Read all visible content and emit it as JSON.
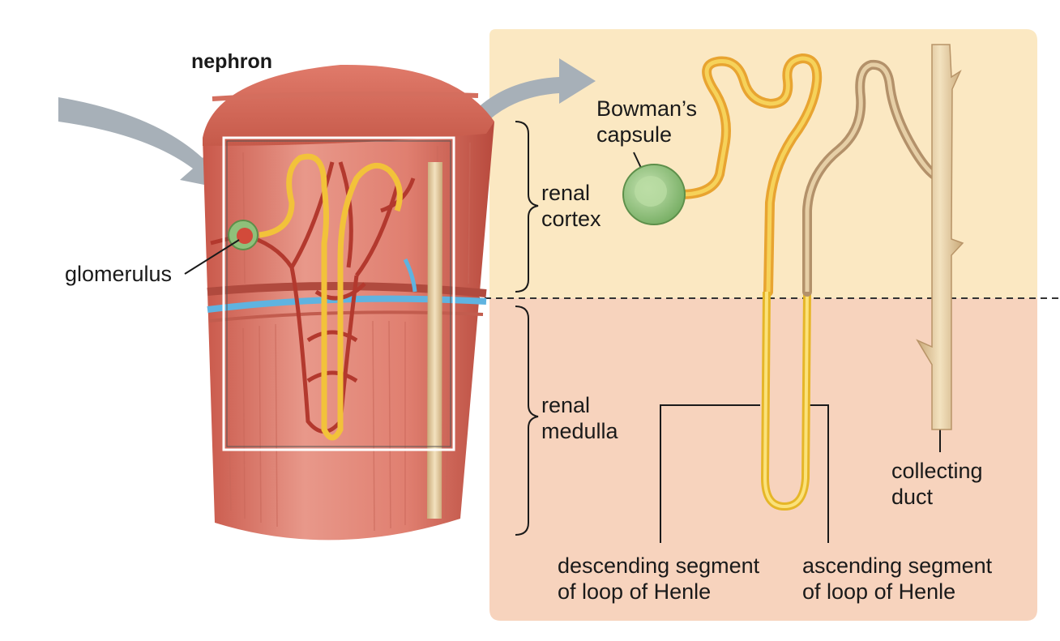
{
  "title": "nephron",
  "labels": {
    "glomerulus": "glomerulus",
    "bowmans_capsule": [
      "Bowman’s",
      "capsule"
    ],
    "renal_cortex": [
      "renal",
      "cortex"
    ],
    "renal_medulla": [
      "renal",
      "medulla"
    ],
    "collecting_duct": [
      "collecting",
      "duct"
    ],
    "descending": [
      "descending segment",
      "of loop of Henle"
    ],
    "ascending": [
      "ascending segment",
      "of loop of Henle"
    ]
  },
  "colors": {
    "cortex_bg": "#fbe8c2",
    "medulla_bg": "#f7d3bd",
    "tissue": "#e58a78",
    "tubule": "#f2c23a",
    "capsule": "#9cc98a",
    "duct": "#e8d2a6",
    "vessel_blue": "#5fb3e0",
    "arrow": "#a7b0b8"
  }
}
